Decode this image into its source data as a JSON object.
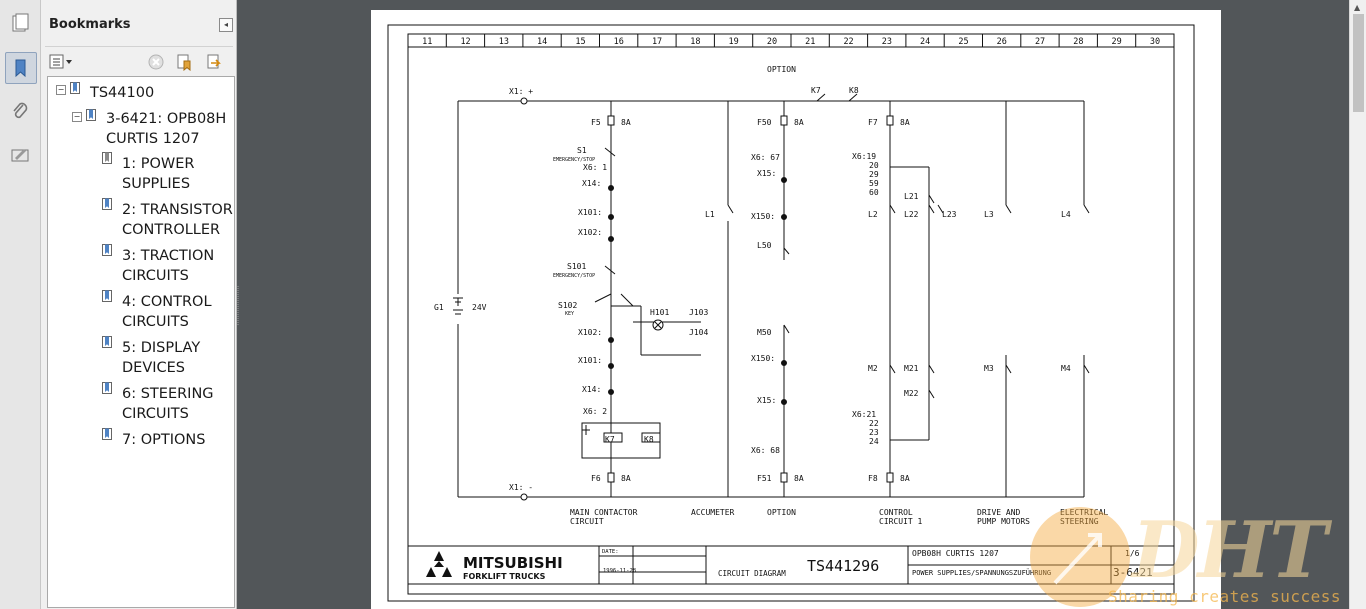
{
  "panel": {
    "title": "Bookmarks",
    "collapse_icon": "◂"
  },
  "tree": {
    "root": "TS44100",
    "doc": [
      "3-6421: OPB08H",
      "CURTIS 1207"
    ],
    "items": [
      [
        "1: POWER",
        "SUPPLIES"
      ],
      [
        "2: TRANSISTOR",
        "CONTROLLER"
      ],
      [
        "3: TRACTION",
        "CIRCUITS"
      ],
      [
        "4: CONTROL",
        "CIRCUITS"
      ],
      [
        "5: DISPLAY",
        "DEVICES"
      ],
      [
        "6: STEERING",
        "CIRCUITS"
      ],
      [
        "7: OPTIONS"
      ]
    ]
  },
  "diagram": {
    "columns": [
      "11",
      "12",
      "13",
      "14",
      "15",
      "16",
      "17",
      "18",
      "19",
      "20",
      "21",
      "22",
      "23",
      "24",
      "25",
      "26",
      "27",
      "28",
      "29",
      "30"
    ],
    "option_top": "OPTION",
    "x1_plus": "X1: +",
    "x1_minus": "X1: -",
    "battery": "G1",
    "battery_v": "24V",
    "labels": {
      "f5": "F5",
      "f5v": "8A",
      "f50": "F50",
      "f50v": "8A",
      "f7": "F7",
      "f7v": "8A",
      "k7": "K7",
      "k8": "K8",
      "s1": "S1",
      "estop": "EMERGENCY/STOP",
      "x6_1": "X6: 1",
      "x14a": "X14:",
      "x101a": "X101:",
      "x102a": "X102:",
      "s101": "S101",
      "estop2": "EMERGENCY/STOP",
      "s102": "S102",
      "key": "KEY",
      "h101": "H101",
      "j103": "J103",
      "j104": "J104",
      "x102b": "X102:",
      "x101b": "X101:",
      "x14b": "X14:",
      "x6_2": "X6: 2",
      "k7b": "K7",
      "k8b": "K8",
      "f6": "F6",
      "f6v": "8A",
      "x6_67": "X6: 67",
      "x15a": "X15:",
      "x150a": "X150:",
      "l50": "L50",
      "l1": "L1",
      "m50": "M50",
      "x150b": "X150:",
      "x15b": "X15:",
      "x6_68": "X6: 68",
      "f51": "F51",
      "f51v": "8A",
      "x6_19": "X6:19",
      "n20": "20",
      "n29": "29",
      "n59": "59",
      "n60": "60",
      "l21": "L21",
      "l2": "L2",
      "l22": "L22",
      "l23": "L23",
      "l3": "L3",
      "l4": "L4",
      "m2": "M2",
      "m21": "M21",
      "m22": "M22",
      "m3": "M3",
      "m4": "M4",
      "x6_21": "X6:21",
      "n22": "22",
      "n23": "23",
      "n24": "24",
      "f8": "F8",
      "f8v": "8A"
    },
    "bottom_labels": [
      [
        "MAIN CONTACTOR",
        "CIRCUIT"
      ],
      [
        "ACCUMETER",
        ""
      ],
      [
        "OPTION",
        ""
      ],
      [
        "CONTROL",
        "CIRCUIT 1"
      ],
      [
        "DRIVE AND",
        "PUMP MOTORS"
      ],
      [
        "ELECTRICAL",
        "STEERING"
      ]
    ],
    "title_block": {
      "brand": "MITSUBISHI",
      "brand_sub": "FORKLIFT TRUCKS",
      "date_label": "DATE:",
      "date": "1996-11-28",
      "type": "CIRCUIT DIAGRAM",
      "number": "TS441296",
      "model": "OPB08H CURTIS 1207",
      "section": "POWER SUPPLIES/SPANNUNGSZUFÜHRUNG",
      "sheet": "1/6",
      "drawing": "3-6421"
    }
  },
  "watermark": {
    "logo": "DHT",
    "tagline": "Sharing creates success"
  },
  "colors": {
    "app_bg": "#525659",
    "panel_bg": "#f0f0f0",
    "watermark": "#f5b74d"
  }
}
